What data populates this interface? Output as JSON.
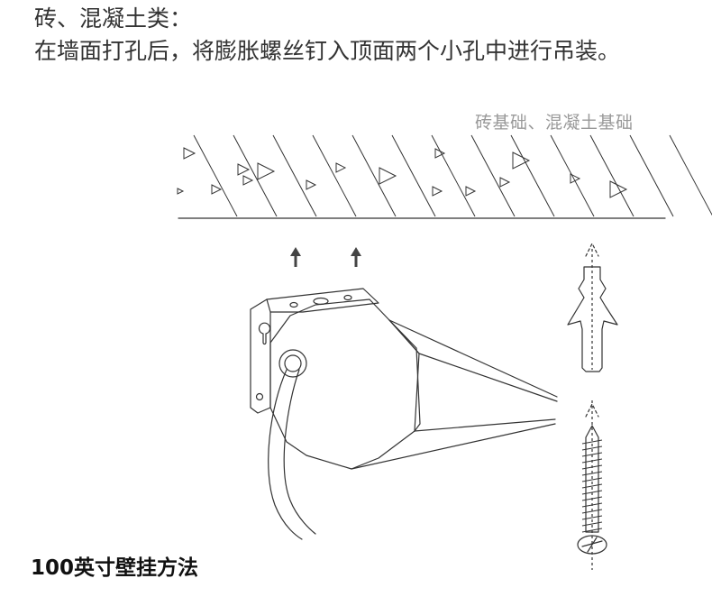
{
  "header": {
    "material": "砖、混凝土类：",
    "instruction": "在墙面打孔后，将膨胀螺丝钉入顶面两个小孔中进行吊装。"
  },
  "diagram": {
    "foundation_label": "砖基础、混凝土基础"
  },
  "footer": {
    "title": "100英寸壁挂方法"
  },
  "colors": {
    "text": "#333333",
    "label_gray": "#999999",
    "line": "#333333",
    "arrow": "#444444"
  }
}
